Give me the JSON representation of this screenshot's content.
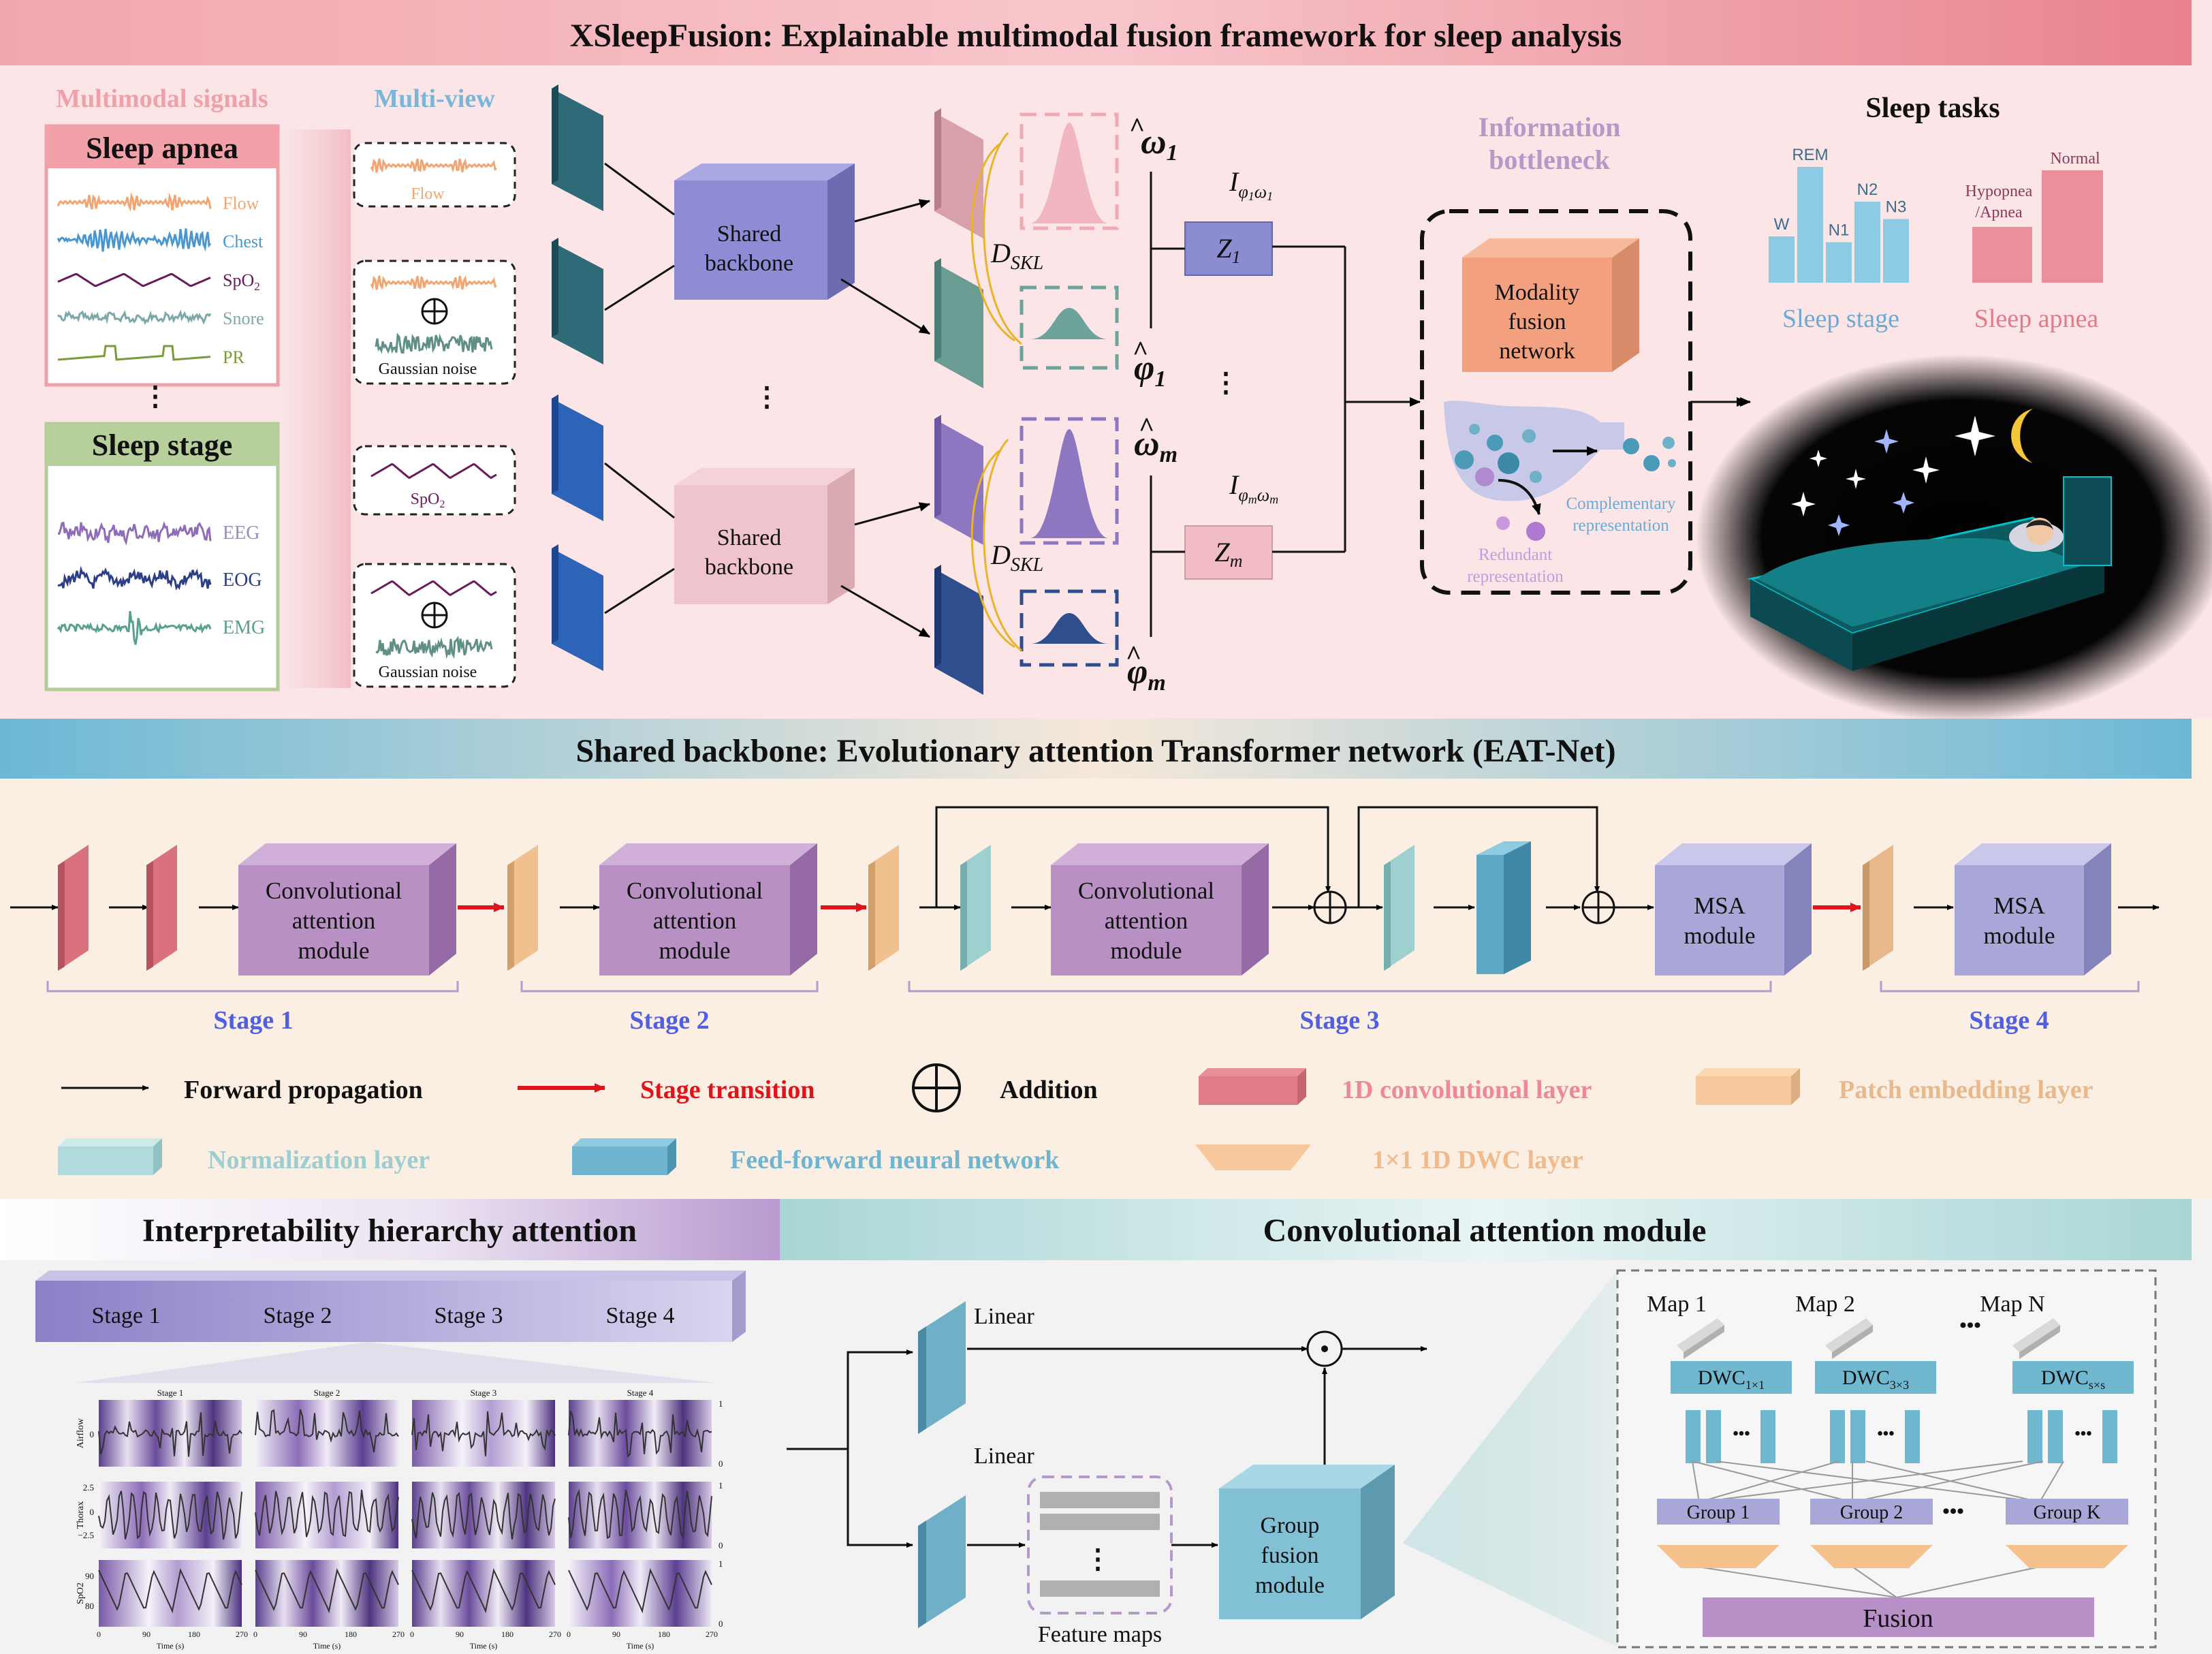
{
  "top": {
    "title": "XSleepFusion: Explainable multimodal fusion framework for sleep analysis",
    "multimodal_signals": "Multimodal signals",
    "multi_view": "Multi-view",
    "sleep_apnea_box": {
      "title": "Sleep apnea",
      "signals": [
        "Flow",
        "Chest",
        "SpO",
        "Snore",
        "PR"
      ]
    },
    "sleep_stage_box": {
      "title": "Sleep stage",
      "signals": [
        "EEG",
        "EOG",
        "EMG"
      ]
    },
    "views": {
      "flow": "Flow",
      "spo2": "SpO",
      "gaussian_noise": "Gaussian noise"
    },
    "shared_backbone": [
      "Shared",
      "backbone"
    ],
    "symbols": {
      "omega1": "ω",
      "phi1": "φ",
      "omegam": "ω",
      "phim": "φ",
      "dskl": "D",
      "dskl_sub": "SKL",
      "z1": "Z",
      "zm": "Z",
      "I": "I",
      "sub1": "1",
      "subm": "m"
    },
    "info_bottleneck": [
      "Information",
      "bottleneck"
    ],
    "modality_fusion": [
      "Modality",
      "fusion",
      "network"
    ],
    "complementary": [
      "Complementary",
      "representation"
    ],
    "redundant": [
      "Redundant",
      "representation"
    ],
    "sleep_tasks": "Sleep tasks",
    "sleep_stage_chart": {
      "title": "Sleep stage",
      "categories": [
        "W",
        "REM",
        "N1",
        "N2",
        "N3"
      ]
    },
    "sleep_apnea_chart": {
      "title": "Sleep apnea",
      "categories": [
        "Hypopnea /Apnea",
        "Normal"
      ],
      "cat_lines": [
        "Hypopnea",
        "/Apnea",
        "Normal"
      ]
    },
    "ellipsis": "⋮"
  },
  "middle": {
    "title": "Shared backbone: Evolutionary attention Transformer network (EAT-Net)",
    "conv_attention": [
      "Convolutional",
      "attention",
      "module"
    ],
    "msa": [
      "MSA",
      "module"
    ],
    "stages": [
      "Stage 1",
      "Stage 2",
      "Stage 3",
      "Stage 4"
    ],
    "legend": {
      "forward": "Forward propagation",
      "transition": "Stage transition",
      "addition": "Addition",
      "conv1d": "1D convolutional layer",
      "patch": "Patch embedding layer",
      "norm": "Normalization layer",
      "ffn": "Feed-forward neural network",
      "dwc": "1×1 1D DWC layer"
    }
  },
  "bottom_left": {
    "title": "Interpretability hierarchy attention",
    "stages": [
      "Stage 1",
      "Stage 2",
      "Stage 3",
      "Stage 4"
    ],
    "row_labels": [
      "Airflow",
      "Thorax",
      "SpO2"
    ],
    "thorax_ticks": [
      "2.5",
      "0",
      "−2.5"
    ],
    "spo2_ticks": [
      "90",
      "80"
    ],
    "airflow_ticks": [
      "0"
    ],
    "x_ticks": [
      "0",
      "90",
      "180",
      "270"
    ],
    "x_label": "Time (s)",
    "colorbar_ticks": [
      "1",
      "0"
    ]
  },
  "bottom_right": {
    "title": "Convolutional attention module",
    "linear": "Linear",
    "feature_maps": "Feature maps",
    "group_fusion": [
      "Group",
      "fusion",
      "module"
    ],
    "maps": [
      "Map 1",
      "Map 2",
      "Map N"
    ],
    "dwc": "DWC",
    "dwc_subs": [
      "1×1",
      "3×3",
      "s×s"
    ],
    "groups": [
      "Group 1",
      "Group 2",
      "Group K"
    ],
    "fusion": "Fusion",
    "dots": "•••",
    "odot": "⊙"
  }
}
